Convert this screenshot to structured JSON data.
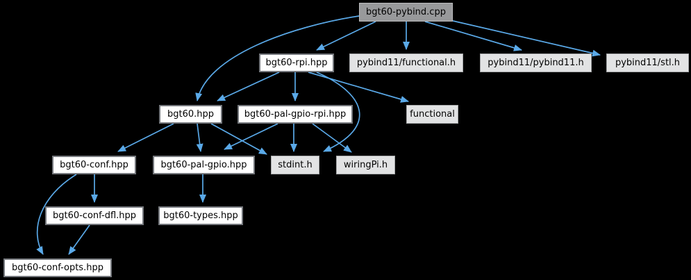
{
  "diagram": {
    "kind": "include-dependency-graph",
    "colors": {
      "background": "#000000",
      "edge": "#5aa9e8",
      "main_node_fill": "#98999b",
      "internal_node_fill": "#ffffff",
      "external_node_fill": "#e2e3e4"
    },
    "nodes": [
      {
        "id": "bgt60-pybind-cpp",
        "label": "bgt60-pybind.cpp",
        "type": "main"
      },
      {
        "id": "bgt60-rpi-hpp",
        "label": "bgt60-rpi.hpp",
        "type": "internal"
      },
      {
        "id": "pybind11-functional-h",
        "label": "pybind11/functional.h",
        "type": "external"
      },
      {
        "id": "pybind11-pybind11-h",
        "label": "pybind11/pybind11.h",
        "type": "external"
      },
      {
        "id": "pybind11-stl-h",
        "label": "pybind11/stl.h",
        "type": "external"
      },
      {
        "id": "bgt60-hpp",
        "label": "bgt60.hpp",
        "type": "internal"
      },
      {
        "id": "bgt60-pal-gpio-rpi-hpp",
        "label": "bgt60-pal-gpio-rpi.hpp",
        "type": "internal"
      },
      {
        "id": "functional",
        "label": "functional",
        "type": "external"
      },
      {
        "id": "bgt60-conf-hpp",
        "label": "bgt60-conf.hpp",
        "type": "internal"
      },
      {
        "id": "bgt60-pal-gpio-hpp",
        "label": "bgt60-pal-gpio.hpp",
        "type": "internal"
      },
      {
        "id": "stdint-h",
        "label": "stdint.h",
        "type": "external"
      },
      {
        "id": "wiringpi-h",
        "label": "wiringPi.h",
        "type": "external"
      },
      {
        "id": "bgt60-conf-dfl-hpp",
        "label": "bgt60-conf-dfl.hpp",
        "type": "internal"
      },
      {
        "id": "bgt60-types-hpp",
        "label": "bgt60-types.hpp",
        "type": "internal"
      },
      {
        "id": "bgt60-conf-opts-hpp",
        "label": "bgt60-conf-opts.hpp",
        "type": "internal"
      }
    ],
    "edges": [
      {
        "from": "bgt60-pybind-cpp",
        "to": "bgt60-rpi-hpp"
      },
      {
        "from": "bgt60-pybind-cpp",
        "to": "pybind11-functional-h"
      },
      {
        "from": "bgt60-pybind-cpp",
        "to": "pybind11-pybind11-h"
      },
      {
        "from": "bgt60-pybind-cpp",
        "to": "pybind11-stl-h"
      },
      {
        "from": "bgt60-pybind-cpp",
        "to": "bgt60-hpp"
      },
      {
        "from": "bgt60-rpi-hpp",
        "to": "bgt60-hpp"
      },
      {
        "from": "bgt60-rpi-hpp",
        "to": "bgt60-pal-gpio-rpi-hpp"
      },
      {
        "from": "bgt60-rpi-hpp",
        "to": "functional"
      },
      {
        "from": "bgt60-rpi-hpp",
        "to": "stdint-h"
      },
      {
        "from": "bgt60-hpp",
        "to": "bgt60-conf-hpp"
      },
      {
        "from": "bgt60-hpp",
        "to": "bgt60-pal-gpio-hpp"
      },
      {
        "from": "bgt60-hpp",
        "to": "stdint-h"
      },
      {
        "from": "bgt60-pal-gpio-rpi-hpp",
        "to": "bgt60-pal-gpio-hpp"
      },
      {
        "from": "bgt60-pal-gpio-rpi-hpp",
        "to": "stdint-h"
      },
      {
        "from": "bgt60-pal-gpio-rpi-hpp",
        "to": "wiringpi-h"
      },
      {
        "from": "bgt60-conf-hpp",
        "to": "bgt60-conf-dfl-hpp"
      },
      {
        "from": "bgt60-conf-hpp",
        "to": "bgt60-conf-opts-hpp"
      },
      {
        "from": "bgt60-conf-dfl-hpp",
        "to": "bgt60-conf-opts-hpp"
      },
      {
        "from": "bgt60-pal-gpio-hpp",
        "to": "bgt60-types-hpp"
      }
    ]
  }
}
